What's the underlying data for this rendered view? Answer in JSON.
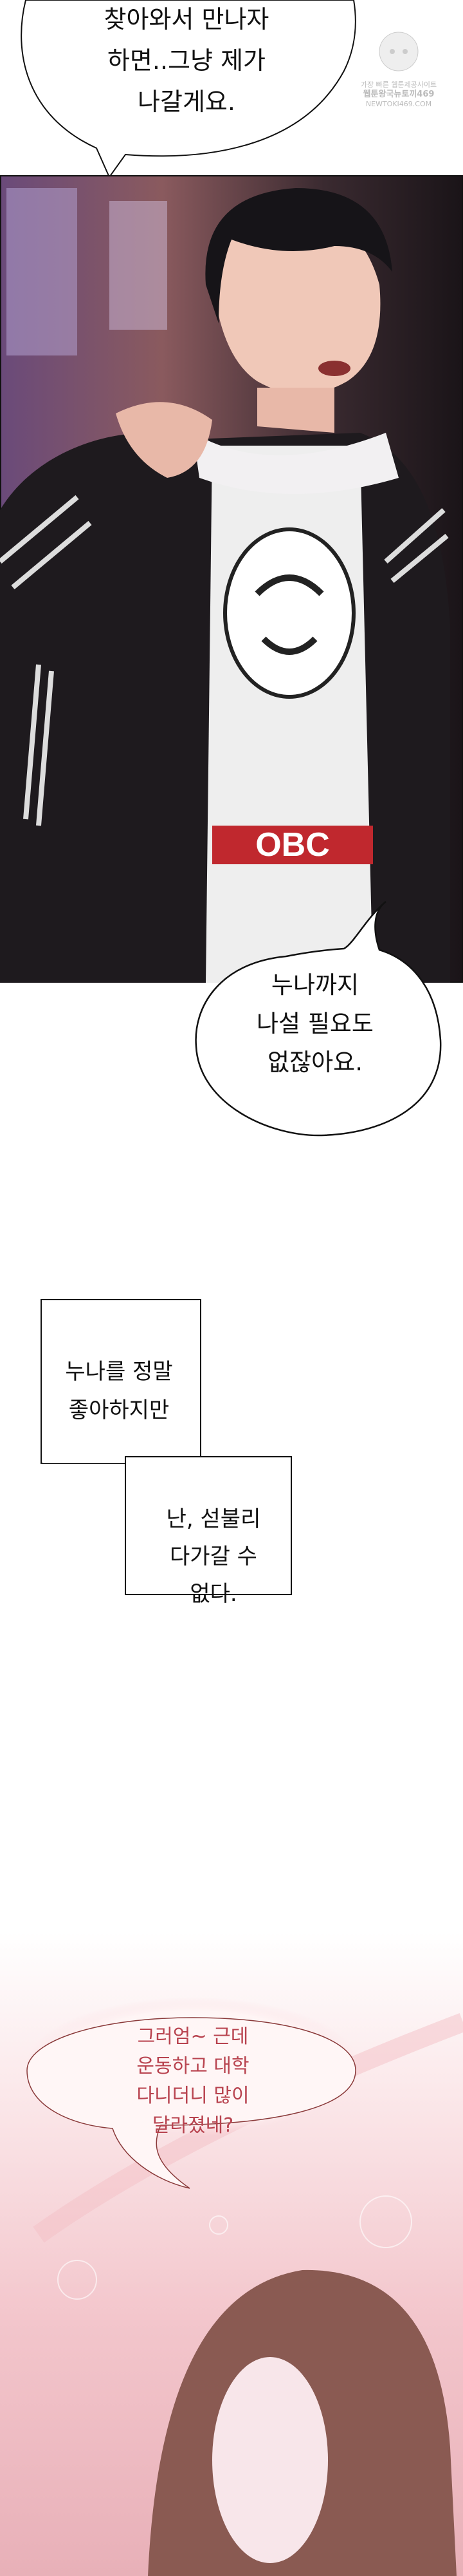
{
  "bubbles": [
    {
      "id": "top",
      "text": "찾아와서 만나자\n하면..그냥 제가\n나갈게요."
    },
    {
      "id": "middle",
      "text": "누나까지\n나설 필요도\n없잖아요."
    },
    {
      "id": "pink",
      "text": "그러엄~ 근데\n운동하고 대학\n다니더니 많이\n달라졌네?"
    }
  ],
  "narration": [
    {
      "text": "누나를 정말\n좋아하지만"
    },
    {
      "text": "난, 섣불리\n다가갈 수\n없다."
    }
  ],
  "shirt_graphic_text": "OBC",
  "watermark": {
    "line1": "가장 빠른 웹툰제공사이트",
    "line2": "웹툰왕국뉴토끼469",
    "line3": "NEWTOKI469.COM"
  },
  "colors": {
    "pink_text": "#b8434f",
    "bubble_outline": "#111111",
    "pink_outline": "#8a3a3a"
  }
}
